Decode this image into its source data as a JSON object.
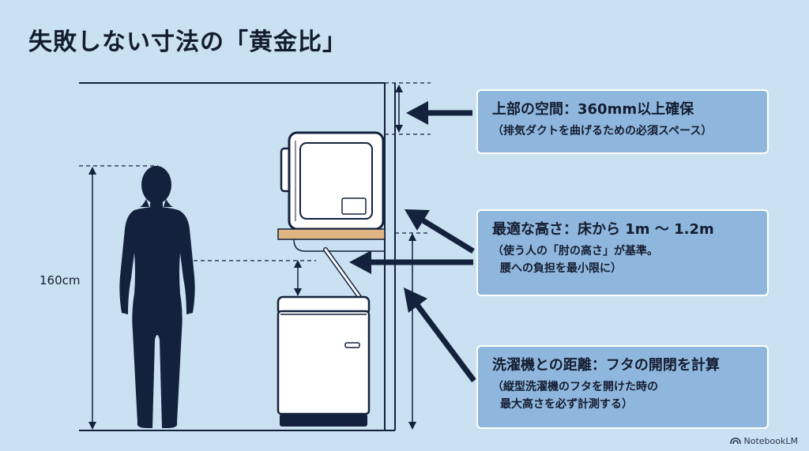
{
  "title": "失敗しない寸法の「黄金比」",
  "height_label": "160cm",
  "callouts": {
    "top": {
      "heading": "上部の空間：360mm以上確保",
      "lines": [
        "（排気ダクトを曲げるための必須スペース）"
      ]
    },
    "height": {
      "heading": "最適な高さ：床から 1m 〜 1.2m",
      "lines": [
        "（使う人の「肘の高さ」が基準。",
        "腰への負担を最小限に）"
      ]
    },
    "distance": {
      "heading": "洗濯機との距離：フタの開閉を計算",
      "lines": [
        "（縦型洗濯機のフタを開けた時の",
        "最大高さを必ず計測する）"
      ]
    }
  },
  "watermark": "NotebookLM",
  "colors": {
    "background": "#c9e1f0",
    "navy": "#14213d",
    "callout": "#8fb7dd",
    "shelf": "#e0b584"
  },
  "icons": [
    "person-silhouette-icon",
    "dryer-icon",
    "washing-machine-icon",
    "arrow-icon",
    "notebooklm-icon"
  ]
}
